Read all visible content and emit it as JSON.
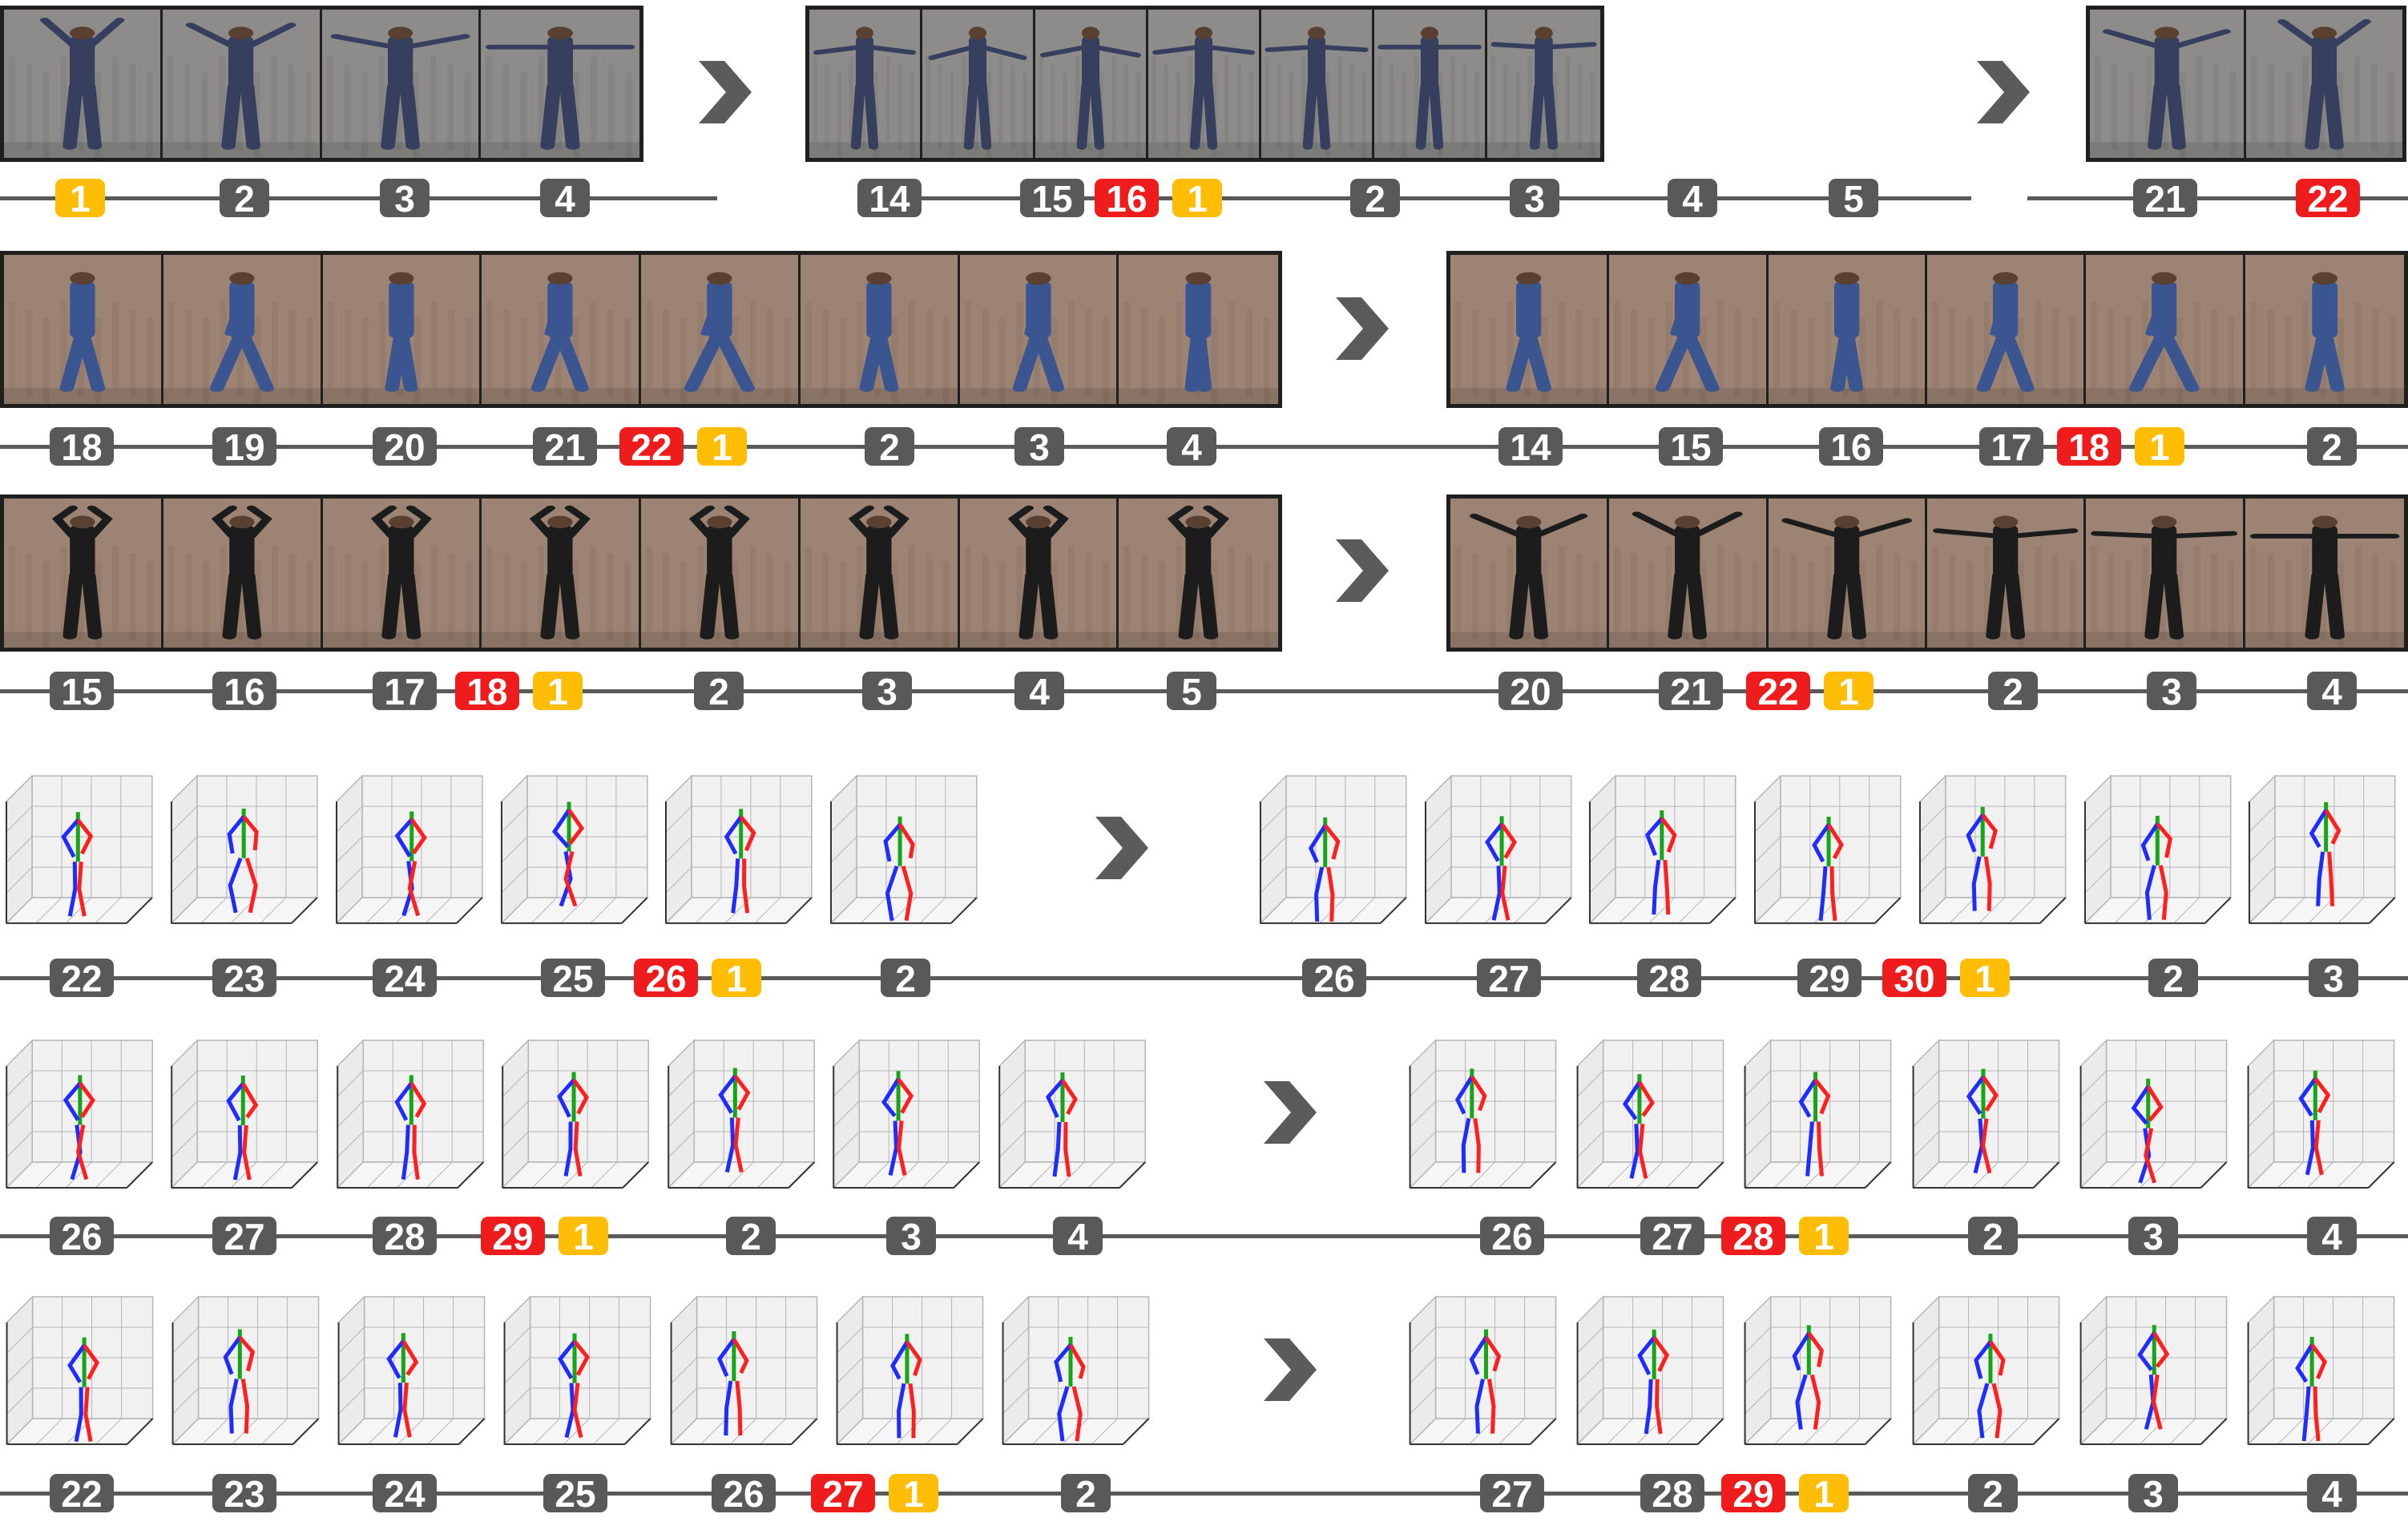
{
  "colors": {
    "badge_gray": "#595959",
    "badge_red": "#ee1c1c",
    "badge_yellow": "#ffbd05",
    "timeline": "#5a5a5a",
    "wall_gray": "#8d8c8a",
    "wall_brown": "#9d8373",
    "bone_left": "#1f2bff",
    "bone_right": "#ff1f1f",
    "bone_spine": "#16a516"
  },
  "icons": {
    "transition": "chevron-right-icon"
  },
  "rows": [
    {
      "kind": "video",
      "wall": "gray",
      "clothes": "#36405e",
      "pose": "arms-raised",
      "segments": [
        {
          "frames": 4,
          "labels": [
            {
              "text": "1",
              "color": "yellow"
            },
            {
              "text": "2",
              "color": "gray"
            },
            {
              "text": "3",
              "color": "gray"
            },
            {
              "text": "4",
              "color": "gray"
            }
          ]
        },
        {
          "frames": 7,
          "labels": [
            {
              "text": "14",
              "color": "gray"
            },
            {
              "text": "15",
              "color": "gray"
            },
            {
              "text": "16",
              "color": "red",
              "pair": "1"
            },
            {
              "text": "2",
              "color": "gray"
            },
            {
              "text": "3",
              "color": "gray"
            },
            {
              "text": "4",
              "color": "gray"
            },
            {
              "text": "5",
              "color": "gray"
            }
          ]
        },
        {
          "frames": 2,
          "labels": [
            {
              "text": "21",
              "color": "gray"
            },
            {
              "text": "22",
              "color": "red"
            }
          ]
        }
      ]
    },
    {
      "kind": "video",
      "wall": "brown",
      "clothes": "#3b5590",
      "pose": "walking",
      "segments": [
        {
          "frames": 8,
          "labels": [
            {
              "text": "18",
              "color": "gray"
            },
            {
              "text": "19",
              "color": "gray"
            },
            {
              "text": "20",
              "color": "gray"
            },
            {
              "text": "21",
              "color": "gray"
            },
            {
              "text": "22",
              "color": "red",
              "pair": "1"
            },
            {
              "text": "2",
              "color": "gray"
            },
            {
              "text": "3",
              "color": "gray"
            },
            {
              "text": "4",
              "color": "gray"
            }
          ]
        },
        {
          "frames": 6,
          "labels": [
            {
              "text": "14",
              "color": "gray"
            },
            {
              "text": "15",
              "color": "gray"
            },
            {
              "text": "16",
              "color": "gray"
            },
            {
              "text": "17",
              "color": "gray"
            },
            {
              "text": "18",
              "color": "red",
              "pair": "1"
            },
            {
              "text": "2",
              "color": "gray"
            }
          ]
        }
      ]
    },
    {
      "kind": "video",
      "wall": "brown",
      "clothes": "#1c1c1c",
      "pose": "arms-overhead",
      "segments": [
        {
          "frames": 8,
          "labels": [
            {
              "text": "15",
              "color": "gray"
            },
            {
              "text": "16",
              "color": "gray"
            },
            {
              "text": "17",
              "color": "gray"
            },
            {
              "text": "18",
              "color": "red",
              "pair": "1"
            },
            {
              "text": "2",
              "color": "gray"
            },
            {
              "text": "3",
              "color": "gray"
            },
            {
              "text": "4",
              "color": "gray"
            },
            {
              "text": "5",
              "color": "gray"
            }
          ]
        },
        {
          "frames": 6,
          "labels": [
            {
              "text": "20",
              "color": "gray"
            },
            {
              "text": "21",
              "color": "gray"
            },
            {
              "text": "22",
              "color": "red",
              "pair": "1"
            },
            {
              "text": "2",
              "color": "gray"
            },
            {
              "text": "3",
              "color": "gray"
            },
            {
              "text": "4",
              "color": "gray"
            }
          ]
        }
      ]
    },
    {
      "kind": "skeleton",
      "segments": [
        {
          "frames": 6,
          "labels": [
            {
              "text": "22",
              "color": "gray"
            },
            {
              "text": "23",
              "color": "gray"
            },
            {
              "text": "24",
              "color": "gray"
            },
            {
              "text": "25",
              "color": "gray"
            },
            {
              "text": "26",
              "color": "red",
              "pair": "1"
            },
            {
              "text": "2",
              "color": "gray"
            }
          ]
        },
        {
          "frames": 7,
          "labels": [
            {
              "text": "26",
              "color": "gray"
            },
            {
              "text": "27",
              "color": "gray"
            },
            {
              "text": "28",
              "color": "gray"
            },
            {
              "text": "29",
              "color": "gray"
            },
            {
              "text": "30",
              "color": "red",
              "pair": "1"
            },
            {
              "text": "2",
              "color": "gray"
            },
            {
              "text": "3",
              "color": "gray"
            }
          ]
        }
      ]
    },
    {
      "kind": "skeleton",
      "segments": [
        {
          "frames": 7,
          "labels": [
            {
              "text": "26",
              "color": "gray"
            },
            {
              "text": "27",
              "color": "gray"
            },
            {
              "text": "28",
              "color": "gray"
            },
            {
              "text": "29",
              "color": "red",
              "pair": "1"
            },
            {
              "text": "2",
              "color": "gray"
            },
            {
              "text": "3",
              "color": "gray"
            },
            {
              "text": "4",
              "color": "gray"
            }
          ]
        },
        {
          "frames": 6,
          "labels": [
            {
              "text": "26",
              "color": "gray"
            },
            {
              "text": "27",
              "color": "gray"
            },
            {
              "text": "28",
              "color": "red",
              "pair": "1"
            },
            {
              "text": "2",
              "color": "gray"
            },
            {
              "text": "3",
              "color": "gray"
            },
            {
              "text": "4",
              "color": "gray"
            }
          ]
        }
      ]
    },
    {
      "kind": "skeleton",
      "segments": [
        {
          "frames": 7,
          "labels": [
            {
              "text": "22",
              "color": "gray"
            },
            {
              "text": "23",
              "color": "gray"
            },
            {
              "text": "24",
              "color": "gray"
            },
            {
              "text": "25",
              "color": "gray"
            },
            {
              "text": "26",
              "color": "gray"
            },
            {
              "text": "27",
              "color": "red",
              "pair": "1"
            },
            {
              "text": "2",
              "color": "gray"
            }
          ]
        },
        {
          "frames": 6,
          "labels": [
            {
              "text": "27",
              "color": "gray"
            },
            {
              "text": "28",
              "color": "gray"
            },
            {
              "text": "29",
              "color": "red",
              "pair": "1"
            },
            {
              "text": "2",
              "color": "gray"
            },
            {
              "text": "3",
              "color": "gray"
            },
            {
              "text": "4",
              "color": "gray"
            }
          ]
        }
      ]
    }
  ]
}
